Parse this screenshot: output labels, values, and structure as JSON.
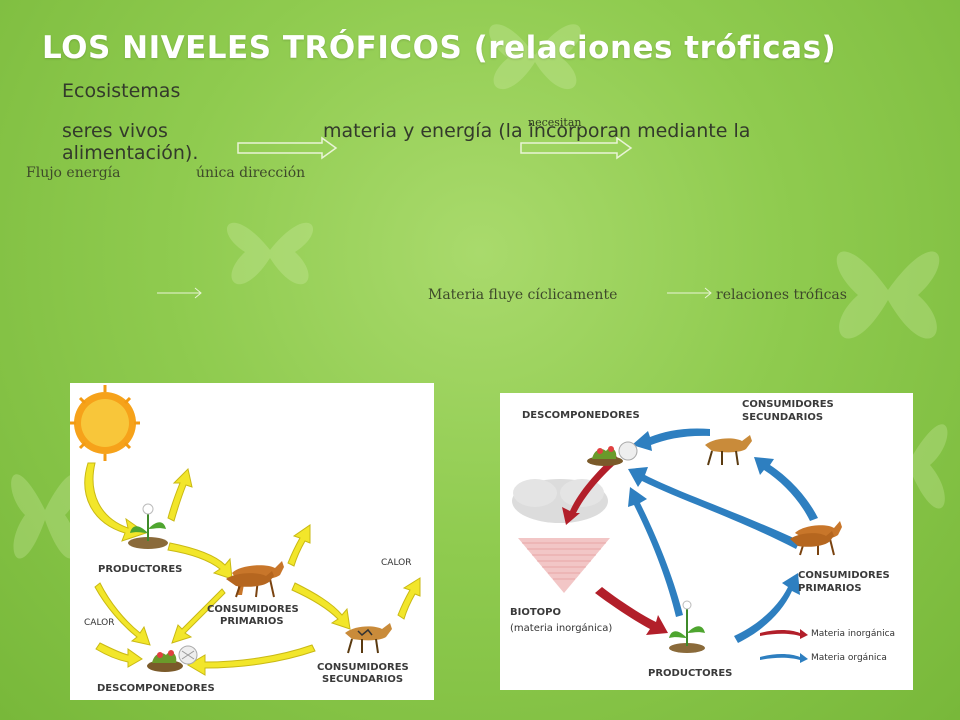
{
  "slide": {
    "title": "LOS NIVELES TRÓFICOS (relaciones tróficas)",
    "line1": "Ecosistemas",
    "line2_a": "seres vivos",
    "line2_b": "materia y energía (la incorporan mediante la",
    "line2_c": "alimentación).",
    "small_necesitan": "necesitan",
    "flujo_energia": "Flujo energía",
    "unica_direccion": "única dirección",
    "materia_fluye": "Materia fluye cíclicamente",
    "relaciones_troficas": "relaciones tróficas"
  },
  "left_diagram": {
    "productores": "PRODUCTORES",
    "consumidores_primarios_1": "CONSUMIDORES",
    "consumidores_primarios_2": "PRIMARIOS",
    "consumidores_secundarios_1": "CONSUMIDORES",
    "consumidores_secundarios_2": "SECUNDARIOS",
    "descomponedores": "DESCOMPONEDORES",
    "calor_1": "CALOR",
    "calor_2": "CALOR",
    "arrow_color": "#f2e62a"
  },
  "right_diagram": {
    "descomponedores": "DESCOMPONEDORES",
    "consumidores_secundarios_1": "CONSUMIDORES",
    "consumidores_secundarios_2": "SECUNDARIOS",
    "consumidores_primarios_1": "CONSUMIDORES",
    "consumidores_primarios_2": "PRIMARIOS",
    "biotopo": "BIOTOPO",
    "materia_inorganica_sub": "(materia inorgánica)",
    "productores": "PRODUCTORES",
    "legend_inorganica": "Materia inorgánica",
    "legend_organica": "Materia orgánica",
    "red_color": "#b21f2a",
    "blue_color": "#2e7fc0"
  }
}
